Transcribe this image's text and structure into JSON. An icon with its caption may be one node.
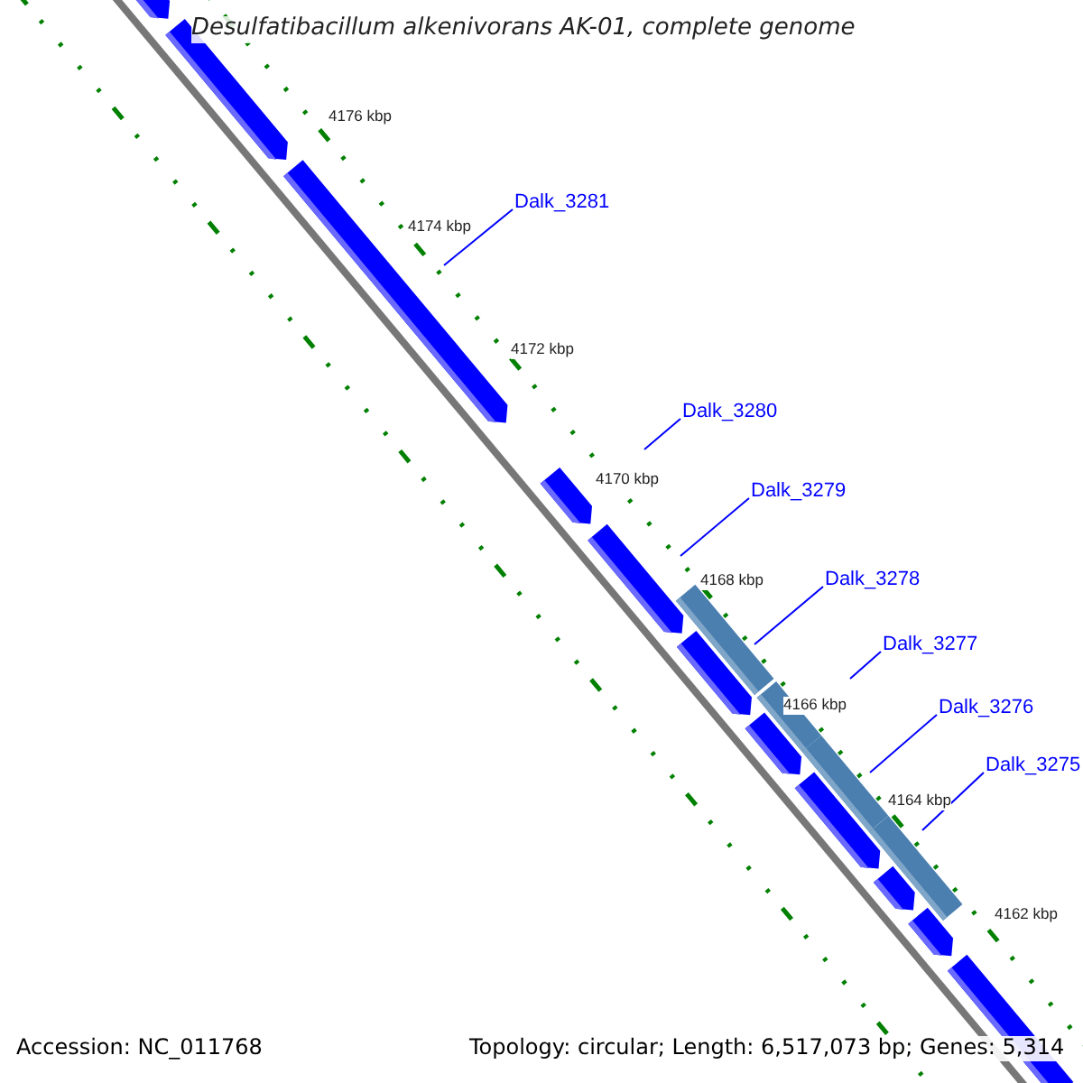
{
  "diagram": {
    "title": "Desulfatibacillum alkenivorans AK-01, complete genome",
    "nodes": [
      {
        "text": [
          "Dalk_3281"
        ]
      },
      {
        "text": [
          "Dalk_3280"
        ]
      },
      {
        "text": [
          "Dalk_3279"
        ]
      },
      {
        "text": [
          "Dalk_3278"
        ]
      },
      {
        "text": [
          "Dalk_3277"
        ]
      },
      {
        "text": [
          "Dalk_3276"
        ]
      },
      {
        "text": [
          "Dalk_3275"
        ]
      }
    ],
    "edges": [
      {
        "from": 0,
        "to": null,
        "arrow": "none"
      },
      {
        "from": 1,
        "to": null,
        "arrow": "none"
      },
      {
        "from": 2,
        "to": null,
        "arrow": "none"
      },
      {
        "from": 3,
        "to": null,
        "arrow": "none"
      },
      {
        "from": 4,
        "to": null,
        "arrow": "none"
      },
      {
        "from": 5,
        "to": null,
        "arrow": "none"
      },
      {
        "from": 6,
        "to": null,
        "arrow": "none"
      }
    ],
    "labels": [
      "4176 kbp",
      "4174 kbp",
      "4172 kbp",
      "4170 kbp",
      "4168 kbp",
      "4166 kbp",
      "4164 kbp",
      "4162 kbp",
      "Accession: NC_011768",
      "Topology: circular; Length: 6,517,073 bp; Genes: 5,314"
    ]
  }
}
